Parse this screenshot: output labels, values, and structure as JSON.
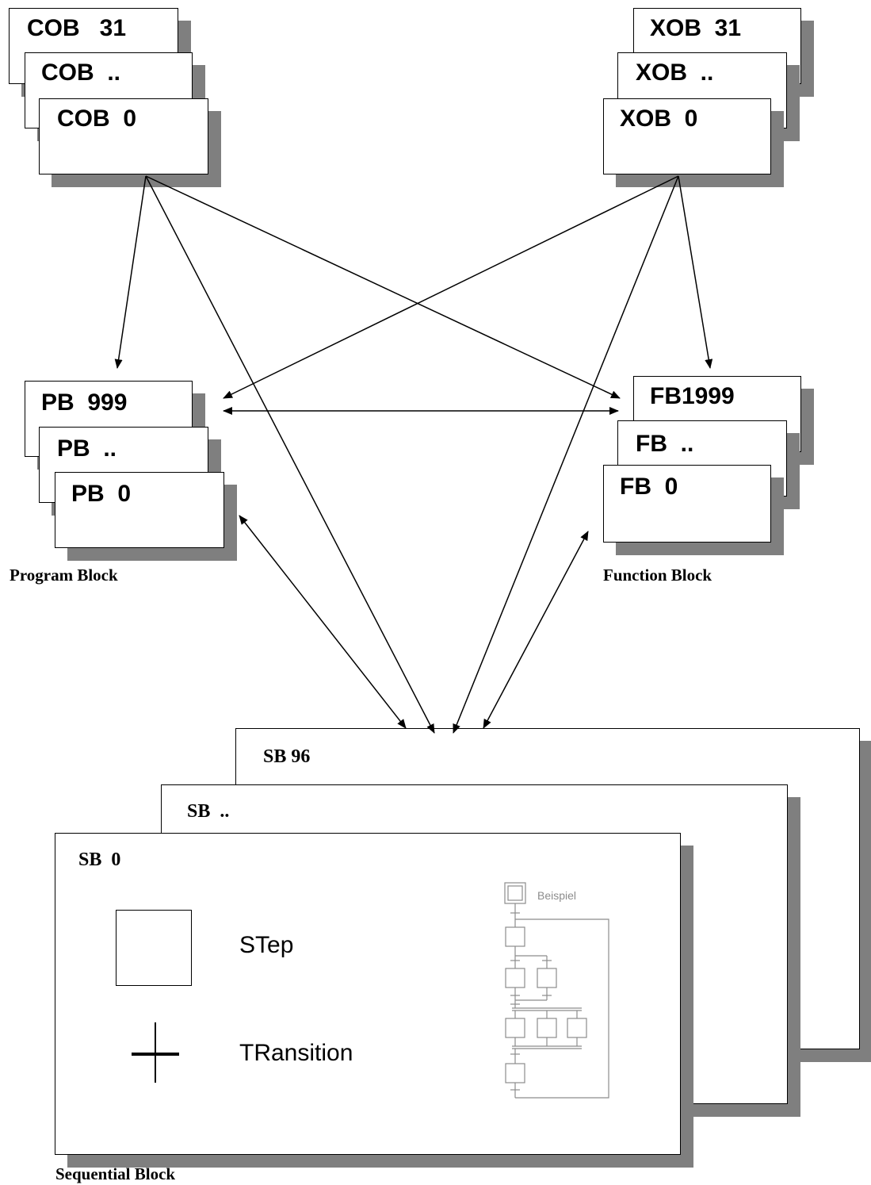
{
  "cob": {
    "labels": [
      "COB   31",
      "COB  ..",
      "COB  0"
    ]
  },
  "xob": {
    "labels": [
      "XOB  31",
      "XOB  ..",
      "XOB  0"
    ]
  },
  "pb": {
    "labels": [
      "PB  999",
      "PB  ..",
      "PB  0"
    ],
    "caption": "Program Block"
  },
  "fb": {
    "labels": [
      "FB1999",
      "FB  ..",
      "FB  0"
    ],
    "caption": "Function Block"
  },
  "sb": {
    "labels": [
      "SB 96",
      "SB  ..",
      "SB  0"
    ],
    "caption": "Sequential Block",
    "legend_step": "STep",
    "legend_transition": "TRansition",
    "example_label": "Beispiel"
  }
}
